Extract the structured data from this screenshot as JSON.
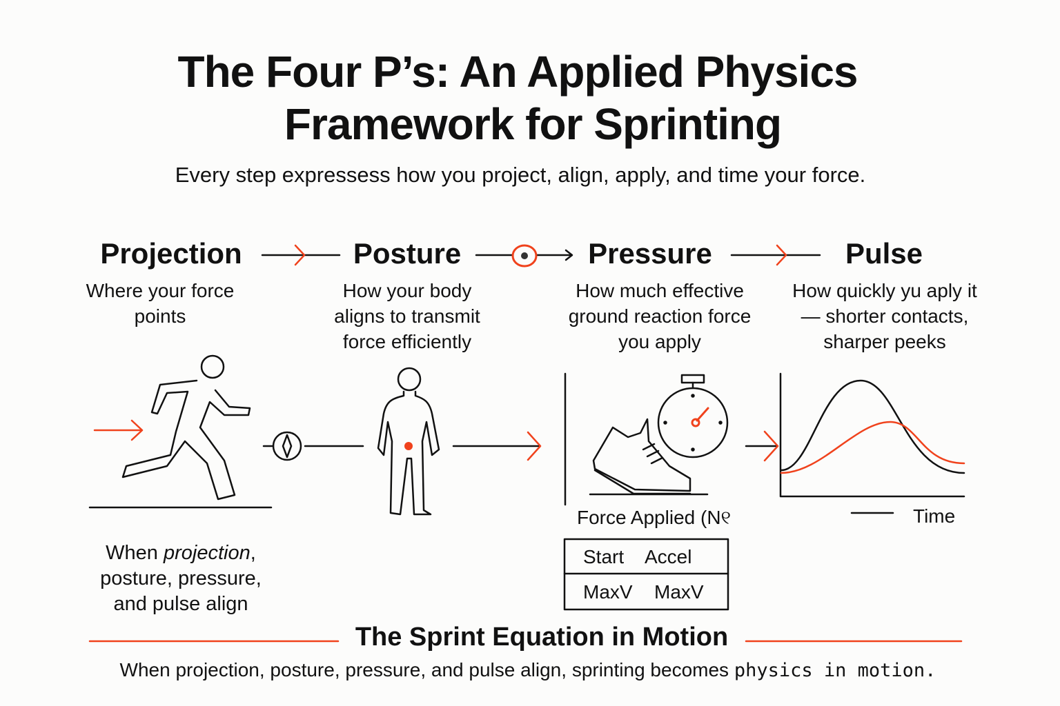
{
  "title": {
    "line1": "The Four P’s: An Applied Physics",
    "line2": "Framework for Sprinting"
  },
  "subtitle": "Every step expressess how you project, align, apply, and time your force.",
  "stages": [
    {
      "name": "Projection",
      "desc": [
        "Where your force",
        "points"
      ]
    },
    {
      "name": "Posture",
      "desc": [
        "How your body",
        "aligns to transmit",
        "force efficiently"
      ]
    },
    {
      "name": "Pressure",
      "desc": [
        "How much effective",
        "ground reaction force",
        "you apply"
      ]
    },
    {
      "name": "Pulse",
      "desc": [
        "How quickly yu aply it",
        "— shorter contacts,",
        "sharper peeks"
      ]
    }
  ],
  "align_note": {
    "prefix": "When ",
    "emph": "projection",
    "suffix": ",",
    "line2": "posture, pressure,",
    "line3": "and pulse align"
  },
  "pressure_panel": {
    "axis_label": "Force Applied (N୧",
    "table": [
      [
        "Start",
        "Accel"
      ],
      [
        "MaxV",
        "MaxV"
      ]
    ]
  },
  "pulse_panel": {
    "axis_label": "Time"
  },
  "footer": {
    "heading": "The Sprint Equation in Motion",
    "text_main": "When projection, posture, pressure, and pulse align, sprinting becomes ",
    "text_mono": "physics in motion."
  },
  "colors": {
    "accent": "#f0421c",
    "ink": "#111111",
    "background": "#fcfcfb"
  }
}
